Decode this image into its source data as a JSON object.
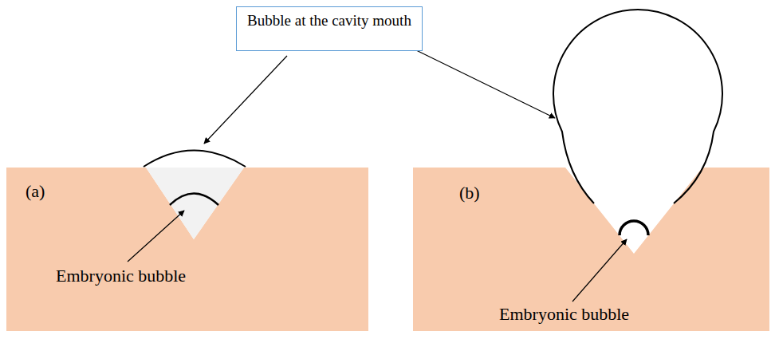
{
  "diagram": {
    "nodes": [
      {
        "text": [
          "Bubble at the cavity mouth"
        ]
      }
    ],
    "labels": [
      "(a)",
      "Embryonic bubble",
      "(b)",
      "Embryonic bubble"
    ]
  }
}
